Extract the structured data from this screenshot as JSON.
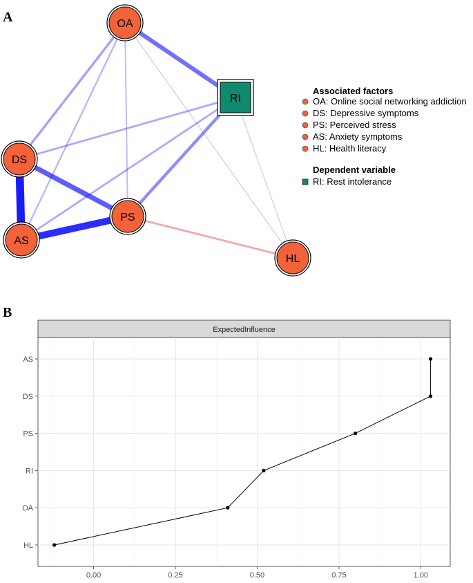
{
  "panel_a_label": "A",
  "panel_b_label": "B",
  "network": {
    "nodes": [
      {
        "id": "OA",
        "label": "OA",
        "shape": "circle"
      },
      {
        "id": "RI",
        "label": "RI",
        "shape": "square"
      },
      {
        "id": "DS",
        "label": "DS",
        "shape": "circle"
      },
      {
        "id": "AS",
        "label": "AS",
        "shape": "circle"
      },
      {
        "id": "PS",
        "label": "PS",
        "shape": "circle"
      },
      {
        "id": "HL",
        "label": "HL",
        "shape": "circle"
      }
    ],
    "edges": [
      {
        "from": "DS",
        "to": "AS",
        "weight": 1.0,
        "sign": "positive"
      },
      {
        "from": "AS",
        "to": "PS",
        "weight": 0.85,
        "sign": "positive"
      },
      {
        "from": "DS",
        "to": "PS",
        "weight": 0.6,
        "sign": "positive"
      },
      {
        "from": "OA",
        "to": "RI",
        "weight": 0.5,
        "sign": "positive"
      },
      {
        "from": "PS",
        "to": "RI",
        "weight": 0.35,
        "sign": "positive"
      },
      {
        "from": "OA",
        "to": "DS",
        "weight": 0.25,
        "sign": "positive"
      },
      {
        "from": "DS",
        "to": "RI",
        "weight": 0.2,
        "sign": "positive"
      },
      {
        "from": "AS",
        "to": "RI",
        "weight": 0.2,
        "sign": "positive"
      },
      {
        "from": "OA",
        "to": "AS",
        "weight": 0.15,
        "sign": "positive"
      },
      {
        "from": "OA",
        "to": "PS",
        "weight": 0.12,
        "sign": "positive"
      },
      {
        "from": "OA",
        "to": "HL",
        "weight": 0.05,
        "sign": "positive"
      },
      {
        "from": "RI",
        "to": "HL",
        "weight": 0.05,
        "sign": "positive"
      },
      {
        "from": "PS",
        "to": "HL",
        "weight": 0.2,
        "sign": "negative"
      }
    ],
    "colors": {
      "factor_node": "#f4623a",
      "dependent_node": "#0f8a6e",
      "positive_edge": "#1a1aff",
      "negative_edge": "#ef9a9a"
    }
  },
  "legend": {
    "associated_title": "Associated factors",
    "associated_items": [
      "OA: Online social networking addiction",
      "DS: Depressive symptoms",
      "PS: Perceived stress",
      "AS: Anxiety symptoms",
      "HL: Health literacy"
    ],
    "dependent_title": "Dependent variable",
    "dependent_items": [
      "RI: Rest intolerance"
    ]
  },
  "chart_data": {
    "type": "line",
    "title": "",
    "strip_label": "ExpectedInfluence",
    "xlabel": "",
    "ylabel": "",
    "categories": [
      "HL",
      "OA",
      "RI",
      "PS",
      "DS",
      "AS"
    ],
    "values": [
      -0.12,
      0.41,
      0.52,
      0.8,
      1.03,
      1.03
    ],
    "xlim": [
      -0.17,
      1.09
    ],
    "x_ticks": [
      "0.00",
      "0.25",
      "0.50",
      "0.75",
      "1.00"
    ],
    "x_tick_values": [
      0,
      0.25,
      0.5,
      0.75,
      1.0
    ],
    "grid": true,
    "line_color": "#000000"
  }
}
